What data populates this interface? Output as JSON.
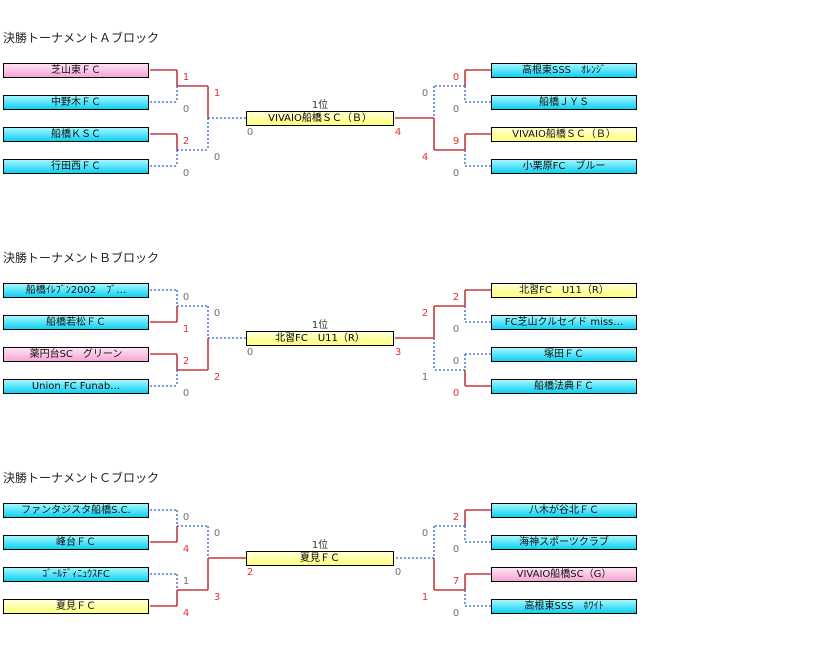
{
  "blocks": [
    {
      "title": "決勝トーナメントＡブロック",
      "rank_label": "1位",
      "final_team": "VIVAIO船橋ＳＣ（Ｂ）",
      "left": {
        "teams": [
          {
            "name": "芝山東ＦＣ",
            "color": "pink",
            "score": "1",
            "win": true
          },
          {
            "name": "中野木ＦＣ",
            "color": "cyan",
            "score": "0",
            "win": false
          },
          {
            "name": "船橋ＫＳＣ",
            "color": "cyan",
            "score": "2",
            "win": true
          },
          {
            "name": "行田西ＦＣ",
            "color": "cyan",
            "score": "0",
            "win": false
          }
        ],
        "semis": [
          {
            "score": "1",
            "win": true
          },
          {
            "score": "0",
            "win": false
          }
        ],
        "final_score": {
          "score": "0",
          "win": false
        }
      },
      "right": {
        "teams": [
          {
            "name": "高根東SSS　ｵﾚﾝｼﾞ",
            "color": "cyan",
            "score": "0",
            "win": true
          },
          {
            "name": "船橋ＪＹＳ",
            "color": "cyan",
            "score": "0",
            "win": false
          },
          {
            "name": "VIVAIO船橋ＳＣ（Ｂ）",
            "color": "yellow",
            "score": "9",
            "win": true
          },
          {
            "name": "小栗原FC　ブルー",
            "color": "cyan",
            "score": "0",
            "win": false
          }
        ],
        "semis": [
          {
            "score": "0",
            "win": false
          },
          {
            "score": "4",
            "win": true
          }
        ],
        "final_score": {
          "score": "4",
          "win": true
        }
      }
    },
    {
      "title": "決勝トーナメントＢブロック",
      "rank_label": "1位",
      "final_team": "北習FC　U11（R）",
      "left": {
        "teams": [
          {
            "name": "船橋ｲﾚﾌﾞﾝ2002　ﾌﾞ…",
            "color": "cyan",
            "score": "0",
            "win": false
          },
          {
            "name": "船橋若松ＦＣ",
            "color": "cyan",
            "score": "1",
            "win": true
          },
          {
            "name": "薬円台SC　グリーン",
            "color": "pink",
            "score": "2",
            "win": true
          },
          {
            "name": "Union FC Funab…",
            "color": "cyan",
            "score": "0",
            "win": false
          }
        ],
        "semis": [
          {
            "score": "0",
            "win": false
          },
          {
            "score": "2",
            "win": true
          }
        ],
        "final_score": {
          "score": "0",
          "win": false
        }
      },
      "right": {
        "teams": [
          {
            "name": "北習FC　U11（R）",
            "color": "yellow",
            "score": "2",
            "win": true
          },
          {
            "name": "FC芝山クルセイド miss…",
            "color": "cyan",
            "score": "0",
            "win": false
          },
          {
            "name": "塚田ＦＣ",
            "color": "cyan",
            "score": "0",
            "win": false
          },
          {
            "name": "船橋法典ＦＣ",
            "color": "cyan",
            "score": "0",
            "win": true
          }
        ],
        "semis": [
          {
            "score": "2",
            "win": true
          },
          {
            "score": "1",
            "win": false
          }
        ],
        "final_score": {
          "score": "3",
          "win": true
        }
      }
    },
    {
      "title": "決勝トーナメントＣブロック",
      "rank_label": "1位",
      "final_team": "夏見ＦＣ",
      "left": {
        "teams": [
          {
            "name": "ファンタジスタ船橋S.C.",
            "color": "cyan",
            "score": "0",
            "win": false
          },
          {
            "name": "峰台ＦＣ",
            "color": "cyan",
            "score": "4",
            "win": true
          },
          {
            "name": "ｺﾞｰﾙﾃﾞｨﾆｭｳｽFC",
            "color": "cyan",
            "score": "1",
            "win": false
          },
          {
            "name": "夏見ＦＣ",
            "color": "yellow",
            "score": "4",
            "win": true
          }
        ],
        "semis": [
          {
            "score": "0",
            "win": false
          },
          {
            "score": "3",
            "win": true
          }
        ],
        "final_score": {
          "score": "2",
          "win": true
        }
      },
      "right": {
        "teams": [
          {
            "name": "八木が谷北ＦＣ",
            "color": "cyan",
            "score": "2",
            "win": true
          },
          {
            "name": "海神スポーツクラブ",
            "color": "cyan",
            "score": "0",
            "win": false
          },
          {
            "name": "VIVAIO船橋SC（G）",
            "color": "pink",
            "score": "7",
            "win": true
          },
          {
            "name": "高根東SSS　ﾎﾜｲﾄ",
            "color": "cyan",
            "score": "0",
            "win": false
          }
        ],
        "semis": [
          {
            "score": "0",
            "win": false
          },
          {
            "score": "1",
            "win": true
          }
        ],
        "final_score": {
          "score": "0",
          "win": false
        }
      }
    }
  ],
  "colors": {
    "win_line": "#c0393b",
    "lose_line": "#2b5ecf",
    "win_score": "#e0303a",
    "lose_score": "#707070"
  }
}
